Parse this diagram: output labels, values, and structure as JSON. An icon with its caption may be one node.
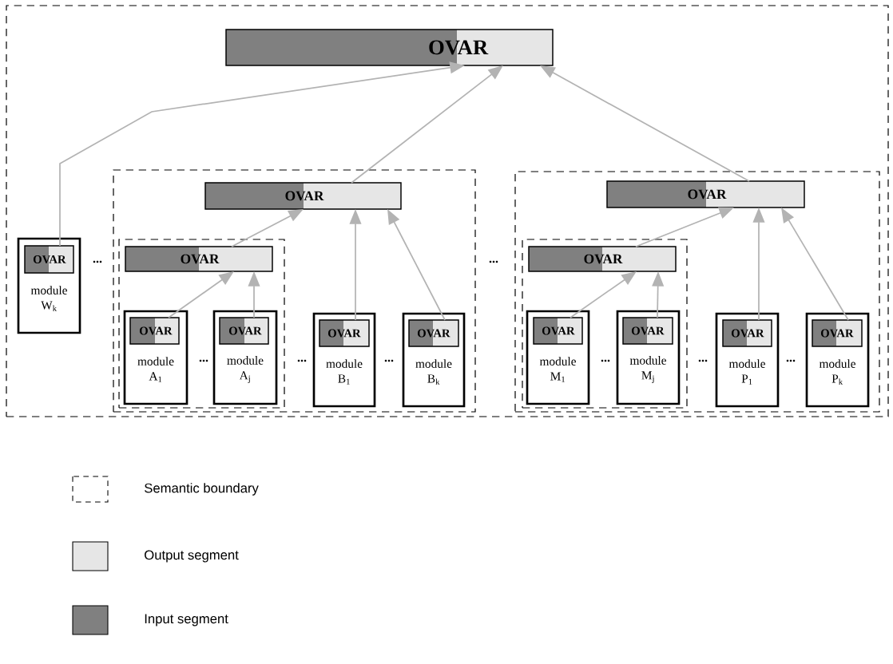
{
  "diagram": {
    "nodes": [
      {
        "text": [],
        "shape": "box"
      },
      {
        "text": [
          "OVAR"
        ],
        "in": 0
      },
      {
        "text": [
          "module W$_{k}$"
        ],
        "in": 0
      },
      {
        "text": [
          "OVAR"
        ],
        "in": 2
      },
      {
        "text": [],
        "shape": "box",
        "in": 0
      },
      {
        "text": [
          "OVAR"
        ],
        "in": 4
      },
      {
        "text": [],
        "shape": "box",
        "in": 4
      },
      {
        "text": [
          "OVAR"
        ],
        "in": 6
      },
      {
        "text": [
          "module A$_{1}$"
        ],
        "in": 6
      },
      {
        "text": [
          "OVAR"
        ],
        "in": 8
      },
      {
        "text": [
          "module A$_{j}$"
        ],
        "in": 6
      },
      {
        "text": [
          "OVAR"
        ],
        "in": 10
      },
      {
        "text": [
          "module B$_{1}$"
        ],
        "in": 4
      },
      {
        "text": [
          "OVAR"
        ],
        "in": 12
      },
      {
        "text": [
          "module B$_{k}$"
        ],
        "in": 4
      },
      {
        "text": [
          "OVAR"
        ],
        "in": 14
      },
      {
        "text": [],
        "shape": "box",
        "in": 0
      },
      {
        "text": [
          "OVAR"
        ],
        "in": 16
      },
      {
        "text": [],
        "shape": "box",
        "in": 16
      },
      {
        "text": [
          "OVAR"
        ],
        "in": 18
      },
      {
        "text": [
          "module M$_{1}$"
        ],
        "in": 18
      },
      {
        "text": [
          "OVAR"
        ],
        "in": 20
      },
      {
        "text": [
          "module M$_{j}$"
        ],
        "in": 18
      },
      {
        "text": [
          "OVAR"
        ],
        "in": 22
      },
      {
        "text": [
          "module P$_{1}$"
        ],
        "in": 16
      },
      {
        "text": [
          "OVAR"
        ],
        "in": 24
      },
      {
        "text": [
          "module P$_{k}$"
        ],
        "in": 16
      },
      {
        "text": [
          "OVAR"
        ],
        "in": 26
      }
    ],
    "edges": [
      {
        "from": 3,
        "to": 1,
        "arrow": "to"
      },
      {
        "from": 5,
        "to": 1,
        "arrow": "to"
      },
      {
        "from": 17,
        "to": 1,
        "arrow": "to"
      },
      {
        "from": 7,
        "to": 5,
        "arrow": "to"
      },
      {
        "from": 13,
        "to": 5,
        "arrow": "to"
      },
      {
        "from": 15,
        "to": 5,
        "arrow": "to"
      },
      {
        "from": 9,
        "to": 7,
        "arrow": "to"
      },
      {
        "from": 11,
        "to": 7,
        "arrow": "to"
      },
      {
        "from": 19,
        "to": 17,
        "arrow": "to"
      },
      {
        "from": 25,
        "to": 17,
        "arrow": "to"
      },
      {
        "from": 27,
        "to": 17,
        "arrow": "to"
      },
      {
        "from": 21,
        "to": 19,
        "arrow": "to"
      },
      {
        "from": 23,
        "to": 19,
        "arrow": "to"
      }
    ],
    "labels": [
      "...",
      "...",
      "...",
      "...",
      "...",
      "...",
      "...",
      "..."
    ],
    "legend": [
      {
        "text": "Semantic boundary"
      },
      {
        "text": "Output segment",
        "color": "#e6e6e6"
      },
      {
        "text": "Input segment",
        "color": "#808080"
      }
    ]
  }
}
